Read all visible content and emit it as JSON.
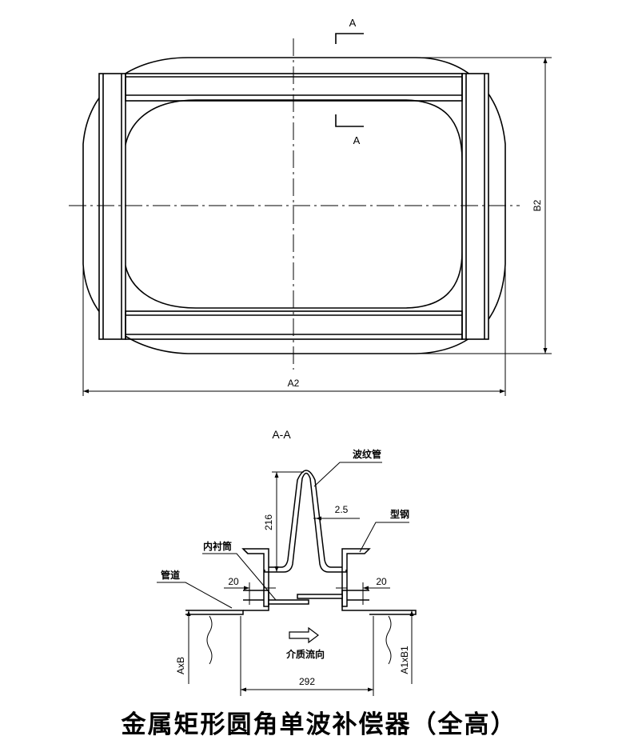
{
  "plan_view": {
    "section_mark_letter": "A",
    "dimension_width": "A2",
    "dimension_height": "B2"
  },
  "section_view": {
    "title": "A-A",
    "labels": {
      "bellows": "波纹管",
      "section_steel": "型钢",
      "inner_liner": "内衬筒",
      "duct": "管道",
      "flow_direction": "介质流向"
    },
    "dimensions": {
      "height": "216",
      "thickness": "2.5",
      "left_gap": "20",
      "right_gap": "20",
      "width": "292",
      "left_duct_size": "AxB",
      "right_duct_size": "A1xB1"
    }
  },
  "caption": "金属矩形圆角单波补偿器（全高）"
}
